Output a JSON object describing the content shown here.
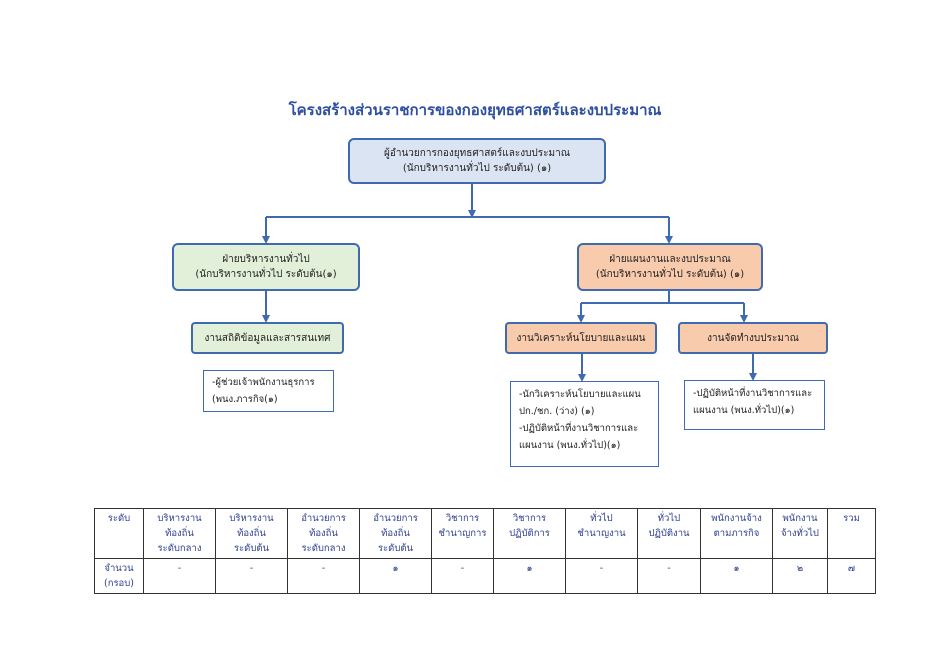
{
  "title": "โครงสร้างส่วนราชการของกองยุทธศาสตร์และงบประมาณ",
  "colors": {
    "director_fill": "#dbe4f3",
    "general_fill": "#e2efd9",
    "plan_fill": "#f8cbad",
    "border": "#3f6ab0",
    "title": "#2e4fa0"
  },
  "director": {
    "line1": "ผู้อำนวยการกองยุทธศาสตร์และงบประมาณ",
    "line2": "(นักบริหารงานทั่วไป ระดับต้น) (๑)"
  },
  "general_admin": {
    "line1": "ฝ่ายบริหารงานทั่วไป",
    "line2": "(นักบริหารงานทั่วไป ระดับต้น(๑)"
  },
  "plan_budget": {
    "line1": "ฝ่ายแผนงานและงบประมาณ",
    "line2": "(นักบริหารงานทั่วไป ระดับต้น) (๑)"
  },
  "stat_unit": {
    "label": "งานสถิติข้อมูลและสารสนเทศ"
  },
  "policy_unit": {
    "label": "งานวิเคราะห์นโยบายและแผน"
  },
  "budget_unit": {
    "label": "งานจัดทำงบประมาณ"
  },
  "stat_staff": [
    "-ผู้ช่วยเจ้าพนักงานธุรการ",
    "(พนง.ภารกิจ(๑)"
  ],
  "policy_staff": [
    "-นักวิเคราะห์นโยบายและแผน",
    "ปก./ชก. (ว่าง) (๑)",
    "-ปฏิบัติหน้าที่งานวิชาการและ",
    "แผนงาน (พนง.ทั่วไป)(๑)"
  ],
  "budget_staff": [
    "-ปฏิบัติหน้าที่งานวิชาการและ",
    "แผนงาน (พนง.ทั่วไป)(๑)"
  ],
  "table": {
    "headers": [
      [
        "ระดับ"
      ],
      [
        "บริหารงาน",
        "ท้องถิ่น",
        "ระดับกลาง"
      ],
      [
        "บริหารงาน",
        "ท้องถิ่น",
        "ระดับต้น"
      ],
      [
        "อำนวยการ",
        "ท้องถิ่น",
        "ระดับกลาง"
      ],
      [
        "อำนวยการ",
        "ท้องถิ่น",
        "ระดับต้น"
      ],
      [
        "วิชาการ",
        "ชำนาญการ"
      ],
      [
        "วิชาการ",
        "ปฏิบัติการ"
      ],
      [
        "ทั่วไป",
        "ชำนาญงาน"
      ],
      [
        "ทั่วไป",
        "ปฏิบัติงาน"
      ],
      [
        "พนักงานจ้าง",
        "ตามภารกิจ"
      ],
      [
        "พนักงาน",
        "จ้างทั่วไป"
      ],
      [
        "รวม"
      ]
    ],
    "row_label": [
      "จำนวน",
      "(กรอบ)"
    ],
    "values": [
      "-",
      "-",
      "-",
      "๑",
      "-",
      "๑",
      "-",
      "-",
      "๑",
      "๒",
      "๗"
    ]
  }
}
